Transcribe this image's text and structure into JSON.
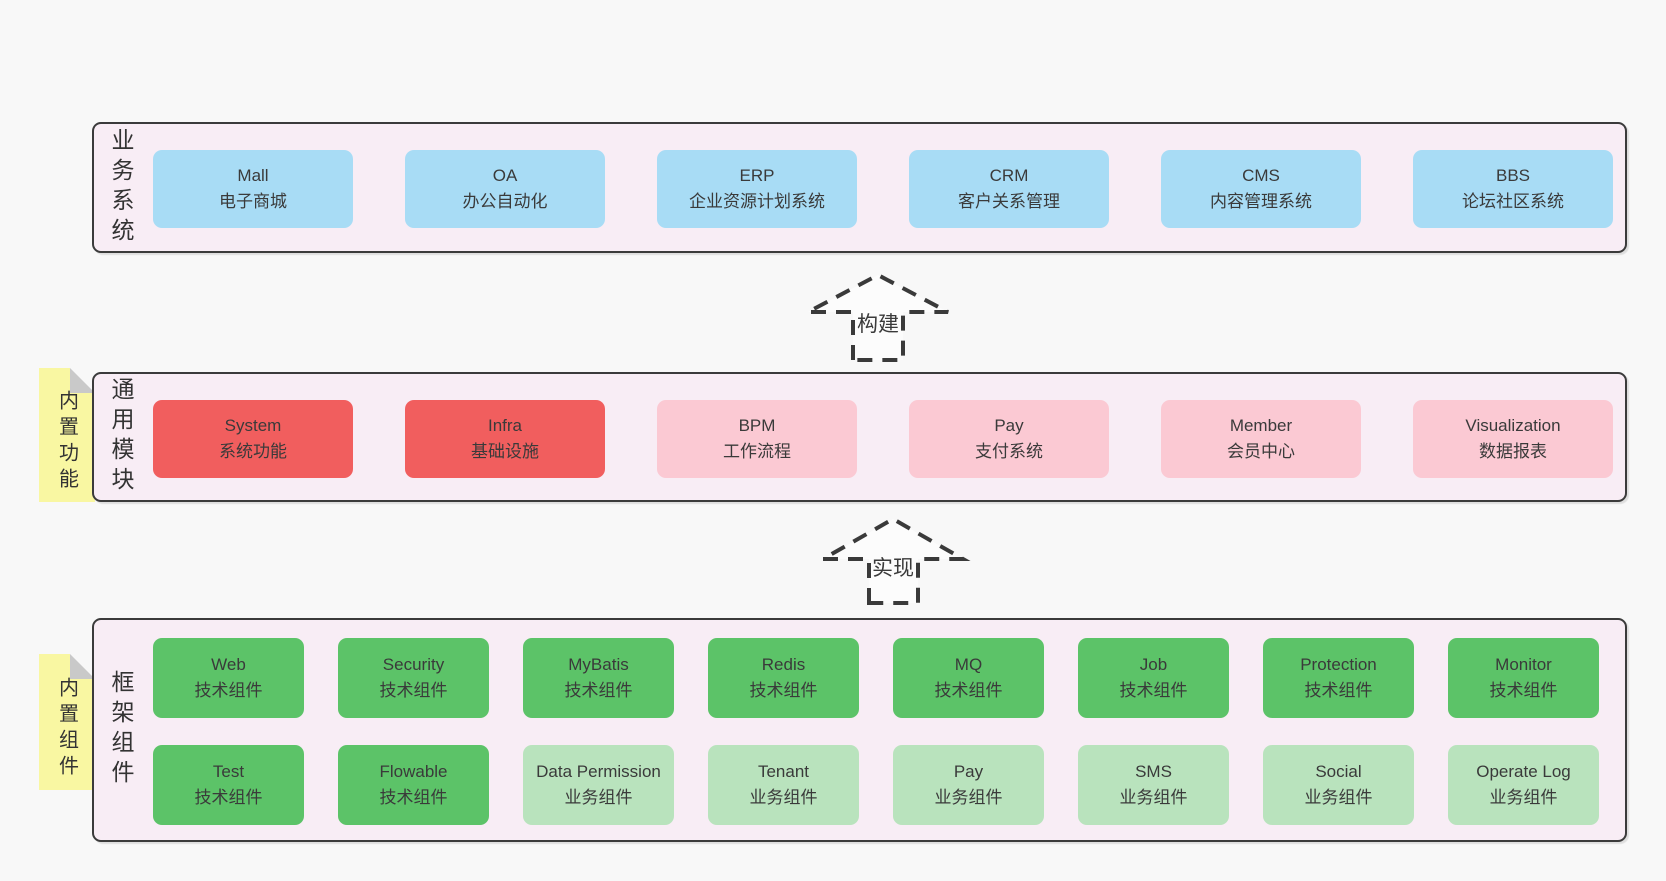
{
  "diagram": {
    "sections": {
      "business": {
        "label": "业务系统",
        "boxes": [
          {
            "name": "Mall",
            "desc": "电子商城"
          },
          {
            "name": "OA",
            "desc": "办公自动化"
          },
          {
            "name": "ERP",
            "desc": "企业资源计划系统"
          },
          {
            "name": "CRM",
            "desc": "客户关系管理"
          },
          {
            "name": "CMS",
            "desc": "内容管理系统"
          },
          {
            "name": "BBS",
            "desc": "论坛社区系统"
          }
        ]
      },
      "modules": {
        "label": "通用模块",
        "sticky": "内置功能",
        "boxes": [
          {
            "name": "System",
            "desc": "系统功能"
          },
          {
            "name": "Infra",
            "desc": "基础设施"
          },
          {
            "name": "BPM",
            "desc": "工作流程"
          },
          {
            "name": "Pay",
            "desc": "支付系统"
          },
          {
            "name": "Member",
            "desc": "会员中心"
          },
          {
            "name": "Visualization",
            "desc": "数据报表"
          }
        ]
      },
      "framework": {
        "label": "框架组件",
        "sticky": "内置组件",
        "row1": [
          {
            "name": "Web",
            "desc": "技术组件"
          },
          {
            "name": "Security",
            "desc": "技术组件"
          },
          {
            "name": "MyBatis",
            "desc": "技术组件"
          },
          {
            "name": "Redis",
            "desc": "技术组件"
          },
          {
            "name": "MQ",
            "desc": "技术组件"
          },
          {
            "name": "Job",
            "desc": "技术组件"
          },
          {
            "name": "Protection",
            "desc": "技术组件"
          },
          {
            "name": "Monitor",
            "desc": "技术组件"
          }
        ],
        "row2": [
          {
            "name": "Test",
            "desc": "技术组件"
          },
          {
            "name": "Flowable",
            "desc": "技术组件"
          },
          {
            "name": "Data Permission",
            "desc": "业务组件"
          },
          {
            "name": "Tenant",
            "desc": "业务组件"
          },
          {
            "name": "Pay",
            "desc": "业务组件"
          },
          {
            "name": "SMS",
            "desc": "业务组件"
          },
          {
            "name": "Social",
            "desc": "业务组件"
          },
          {
            "name": "Operate Log",
            "desc": "业务组件"
          }
        ]
      }
    },
    "arrows": {
      "build": "构建",
      "implement": "实现"
    },
    "colors": {
      "page_bg": "#f8f8f8",
      "panel_bg": "#f8edf5",
      "panel_border": "#3b3b3b",
      "blue_box": "#a8dcf5",
      "red_box": "#f15e5e",
      "pink_box": "#fbc9d3",
      "green_box": "#5cc368",
      "light_green_box": "#b9e3bd",
      "sticky_bg": "#f9f7a2",
      "text": "#383838"
    }
  }
}
